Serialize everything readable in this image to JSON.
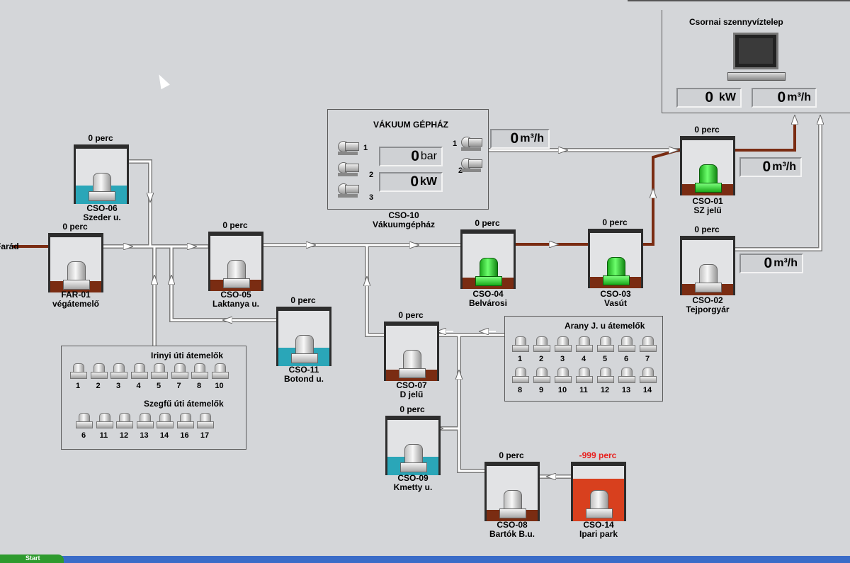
{
  "farad_label": "Farád",
  "stations": {
    "cso06": {
      "perc": "0 perc",
      "code": "CSO-06",
      "name": "Szeder u."
    },
    "far01": {
      "perc": "0 perc",
      "code": "FAR-01",
      "name": "végátemelő"
    },
    "cso05": {
      "perc": "0 perc",
      "code": "CSO-05",
      "name": "Laktanya u."
    },
    "cso11": {
      "perc": "0 perc",
      "code": "CSO-11",
      "name": "Botond u."
    },
    "cso04": {
      "perc": "0 perc",
      "code": "CSO-04",
      "name": "Belvárosi"
    },
    "cso03": {
      "perc": "0 perc",
      "code": "CSO-03",
      "name": "Vasút"
    },
    "cso01": {
      "perc": "0 perc",
      "code": "CSO-01",
      "name": "SZ jelű"
    },
    "cso02": {
      "perc": "0 perc",
      "code": "CSO-02",
      "name": "Tejporgyár"
    },
    "cso07": {
      "perc": "0 perc",
      "code": "CSO-07",
      "name": "D jelű"
    },
    "cso09": {
      "perc": "0 perc",
      "code": "CSO-09",
      "name": "Kmetty u."
    },
    "cso08": {
      "perc": "0 perc",
      "code": "CSO-08",
      "name": "Bartók B.u."
    },
    "cso14": {
      "perc": "-999 perc",
      "code": "CSO-14",
      "name": "Ipari park"
    }
  },
  "vacuum": {
    "title": "VÁKUUM GÉPHÁZ",
    "code": "CSO-10",
    "name": "Vákuumgépház",
    "left_numbers": [
      "1",
      "2",
      "3"
    ],
    "right_numbers": [
      "1",
      "2"
    ],
    "pressure_value": "0",
    "pressure_unit": "bar",
    "power_value": "0",
    "power_unit": "kW"
  },
  "readouts": {
    "vacuum_flow": {
      "value": "0",
      "unit": "m³/h"
    },
    "cso01_flow": {
      "value": "0",
      "unit": "m³/h"
    },
    "cso02_flow": {
      "value": "0",
      "unit": "m³/h"
    }
  },
  "plant": {
    "title": "Csornai szennyvíztelep",
    "power_value": "0",
    "power_unit": "kW",
    "flow_value": "0",
    "flow_unit": "m³/h"
  },
  "irinyi": {
    "title": "Irinyi úti átemelők",
    "numbers": [
      "1",
      "2",
      "3",
      "4",
      "5",
      "7",
      "8",
      "10"
    ]
  },
  "szegfu": {
    "title": "Szegfű úti átemelők",
    "numbers": [
      "6",
      "11",
      "12",
      "13",
      "14",
      "16",
      "17"
    ]
  },
  "arany": {
    "title": "Arany J. u átemelők",
    "row1": [
      "1",
      "2",
      "3",
      "4",
      "5",
      "6",
      "7"
    ],
    "row2": [
      "8",
      "9",
      "10",
      "11",
      "12",
      "13",
      "14"
    ]
  },
  "taskbar": {
    "start_label": "Start"
  },
  "colors": {
    "pipe_white": "#ffffff",
    "pipe_brown": "#7a2c12",
    "alarm": "#e8201e",
    "pump_active": "#3ee33e"
  }
}
